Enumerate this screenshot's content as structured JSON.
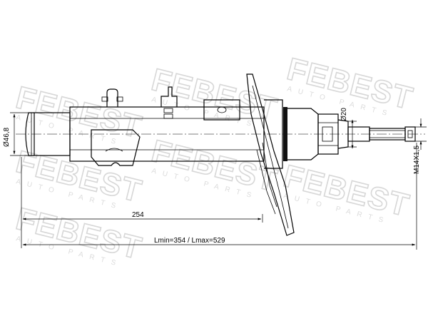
{
  "watermark": {
    "brand": "FEBEST",
    "subtitle": "AUTO PARTS"
  },
  "dimensions": {
    "body_diameter": "Ø46,8",
    "rod_diameter": "Ø20",
    "thread": "M14X1,5",
    "mount_length": "254",
    "length_range": "Lmin=354 / Lmax=529"
  }
}
